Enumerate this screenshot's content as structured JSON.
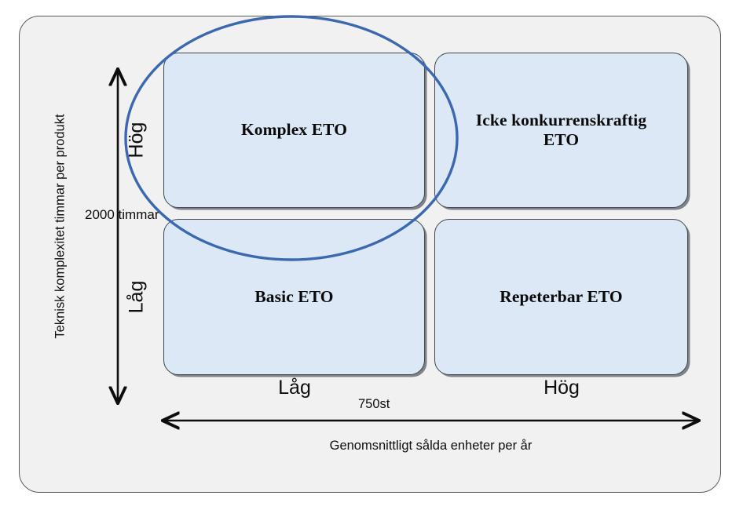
{
  "diagram": {
    "type": "2x2-matrix",
    "quadrants": [
      {
        "id": "top-left",
        "label": "Komplex ETO",
        "x_level": "Låg",
        "y_level": "Hög"
      },
      {
        "id": "top-right",
        "label": "Icke konkurrenskraftig\nETO",
        "x_level": "Hög",
        "y_level": "Hög"
      },
      {
        "id": "bottom-left",
        "label": "Basic ETO",
        "x_level": "Låg",
        "y_level": "Låg"
      },
      {
        "id": "bottom-right",
        "label": "Repeterbar ETO",
        "x_level": "Hög",
        "y_level": "Låg"
      }
    ],
    "y_axis": {
      "title": "Teknisk komplexitet timmar per produkt",
      "high_label": "Hög",
      "low_label": "Låg",
      "threshold_label": "2000 timmar"
    },
    "x_axis": {
      "title": "Genomsnittligt sålda enheter per år",
      "low_label": "Låg",
      "high_label": "Hög",
      "threshold_label": "750st"
    },
    "highlight": {
      "shape": "ellipse",
      "covers": [
        "Komplex ETO"
      ],
      "stroke_color": "#3C68B0"
    },
    "colors": {
      "panel_background": "#F1F1F1",
      "box_fill": "#DCE8F6",
      "box_border": "#41494F",
      "frame_border": "#595959",
      "ellipse_stroke": "#3C68B0",
      "text": "#0D0D0D"
    }
  }
}
